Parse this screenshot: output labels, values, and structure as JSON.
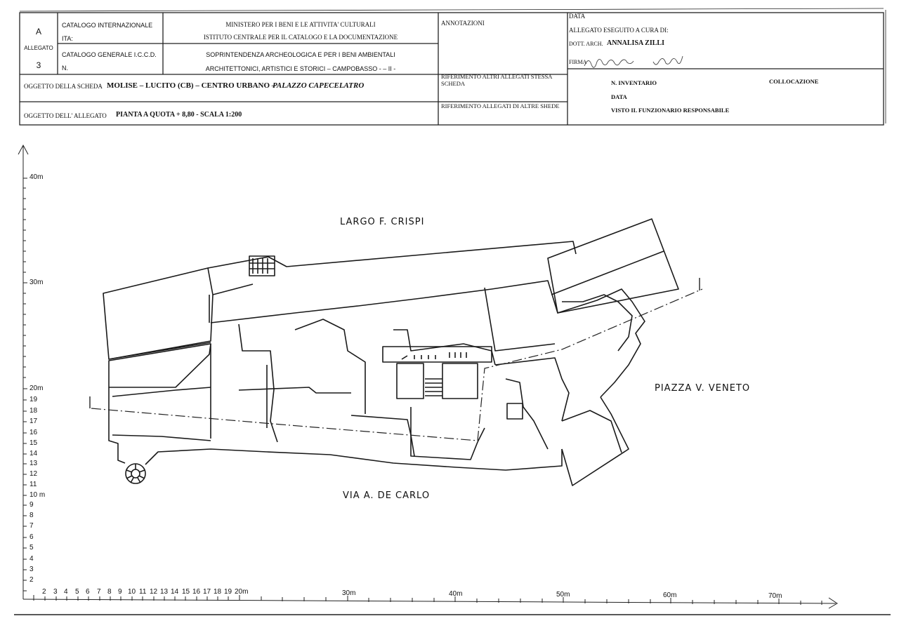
{
  "header": {
    "cell_a": {
      "letter": "A",
      "allegato": "ALLEGATO",
      "number": "3"
    },
    "catalogo_internazionale": "CATALOGO INTERNAZIONALE",
    "ita": "ITA:",
    "catalogo_generale": "CATALOGO GENERALE  I.C.C.D.",
    "n": "N.",
    "ministero": "MINISTERO PER I BENI E LE ATTIVITA' CULTURALI",
    "istituto": "ISTITUTO CENTRALE PER IL CATALOGO E LA DOCUMENTAZIONE",
    "soprintendenza": "SOPRINTENDENZA ARCHEOLOGICA E PER I BENI AMBIENTALI",
    "architettonici": "ARCHITETTONICI, ARTISTICI E STORICI – CAMPOBASSO - – II -",
    "annotazioni": "ANNOTAZIONI",
    "data": "DATA",
    "allegato_eseguito": "ALLEGATO ESEGUITO A CURA DI:",
    "dott_arch": "DOTT. ARCH.",
    "autore": "ANNALISA ZILLI",
    "firma": "FIRMA",
    "oggetto_scheda_label": "OGGETTO DELLA SCHEDA",
    "oggetto_scheda_value": "MOLISE – LUCITO (CB) – CENTRO URBANO –",
    "oggetto_scheda_italic": "PALAZZO CAPECELATRO",
    "oggetto_allegato_label": "OGGETTO DELL' ALLEGATO",
    "oggetto_allegato_value": "PIANTA A QUOTA +  8,80  -  SCALA 1:200",
    "rif_stessa": "RIFERIMENTO ALTRI ALLEGATI STESSA SCHEDA",
    "rif_altre": "RIFERIMENTO ALLEGATI DI ALTRE SHEDE",
    "n_inventario": "N. INVENTARIO",
    "collocazione": "COLLOCAZIONE",
    "data2": "DATA",
    "visto": "VISTO IL FUNZIONARIO RESPONSABILE"
  },
  "plan": {
    "north_label": "LARGO F. CRISPI",
    "east_label": "PIAZZA V. VENETO",
    "south_label": "VIA A. DE CARLO"
  },
  "scale_y": {
    "ticks": [
      "2",
      "3",
      "4",
      "5",
      "6",
      "7",
      "8",
      "9",
      "10 m",
      "11",
      "12",
      "13",
      "14",
      "15",
      "16",
      "17",
      "18",
      "19",
      "20m",
      "30m",
      "40m"
    ]
  },
  "scale_x": {
    "ticks": [
      "2",
      "3",
      "4",
      "5",
      "6",
      "7",
      "8",
      "9",
      "10",
      "11",
      "12",
      "13",
      "14",
      "15",
      "16",
      "17",
      "18",
      "19",
      "20m",
      "30m",
      "40m",
      "50m",
      "60m",
      "70m"
    ]
  }
}
